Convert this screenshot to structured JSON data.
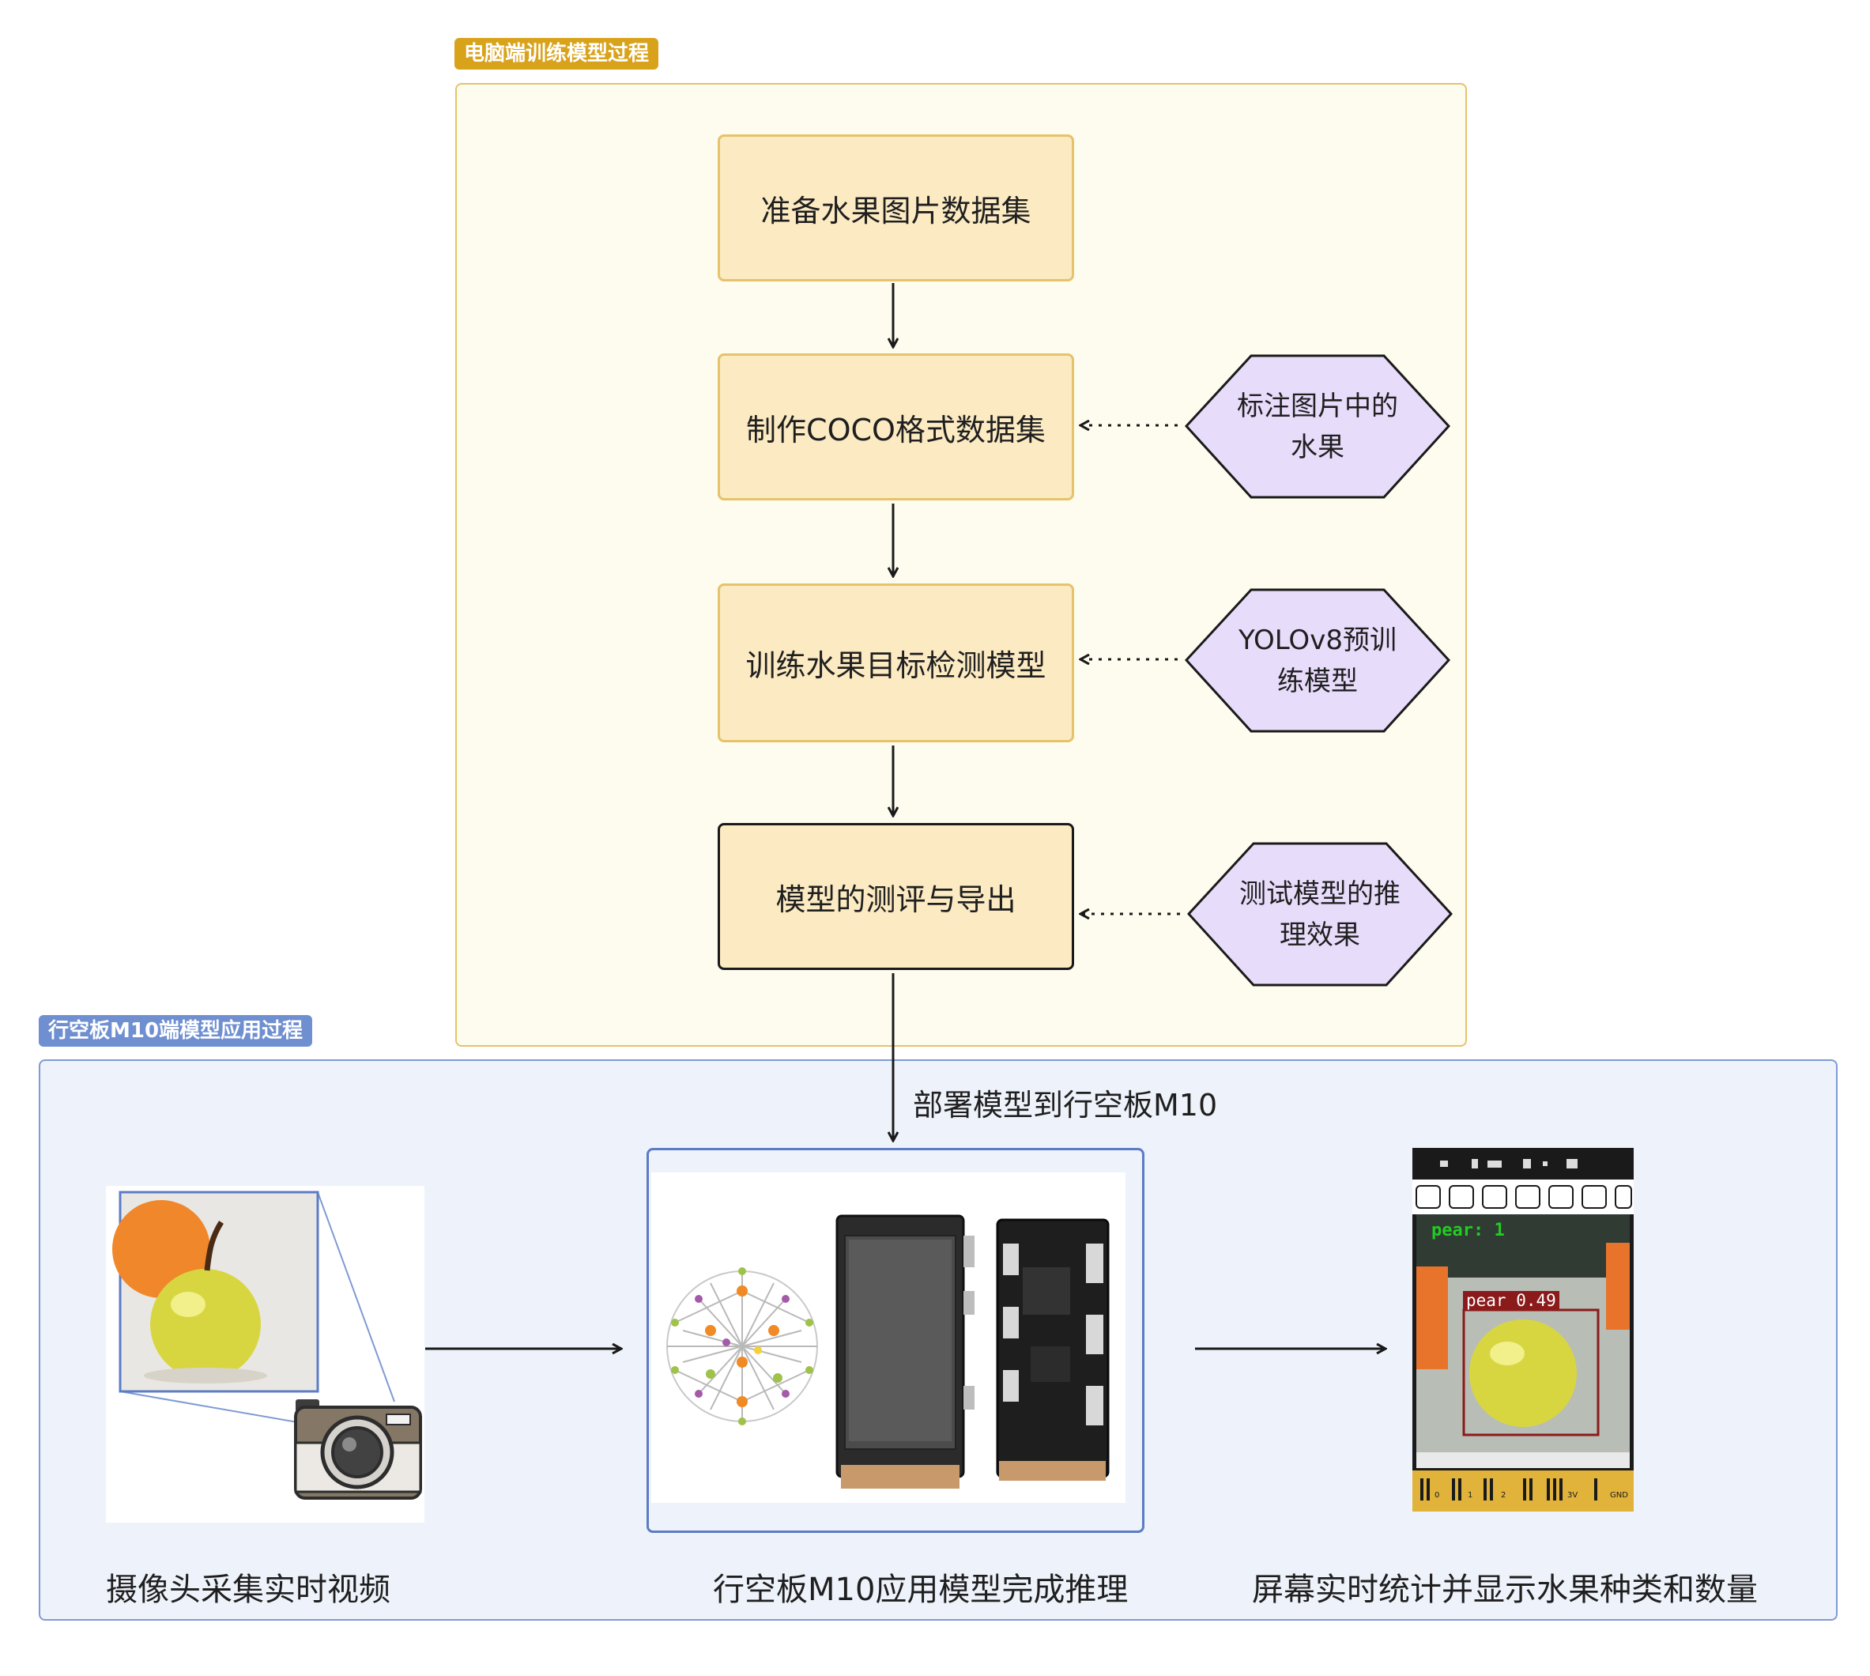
{
  "groups": {
    "training": {
      "label": "电脑端训练模型过程",
      "color": "#d9a21b",
      "fill": "#fefcef",
      "border": "#e6c36a"
    },
    "deploy": {
      "label": "行空板M10端模型应用过程",
      "color": "#6f8fd1",
      "fill": "#eef2fa",
      "border": "#7f9bd3"
    }
  },
  "steps": [
    {
      "label": "准备水果图片数据集"
    },
    {
      "label": "制作COCO格式数据集"
    },
    {
      "label": "训练水果目标检测模型"
    },
    {
      "label": "模型的测评与导出"
    }
  ],
  "inputs": [
    {
      "label": "标注图片中的\n水果"
    },
    {
      "label": "YOLOv8预训\n练模型"
    },
    {
      "label": "测试模型的推\n理效果"
    }
  ],
  "deploy_edge_label": "部署模型到行空板M10",
  "stages": [
    {
      "caption": "摄像头采集实时视频"
    },
    {
      "caption": "行空板M10应用模型完成推理"
    },
    {
      "caption": "屏幕实时统计并显示水果种类和数量"
    }
  ],
  "screen": {
    "count_label": "pear: 1",
    "box_label": "pear 0.49",
    "pins": [
      "0",
      "1",
      "2",
      "3V",
      "GND"
    ]
  },
  "colors": {
    "step_fill": "#fbeac2",
    "step_border": "#e6c36a",
    "hex_fill": "#e8dcfb",
    "arrow": "#1a1a1a"
  }
}
